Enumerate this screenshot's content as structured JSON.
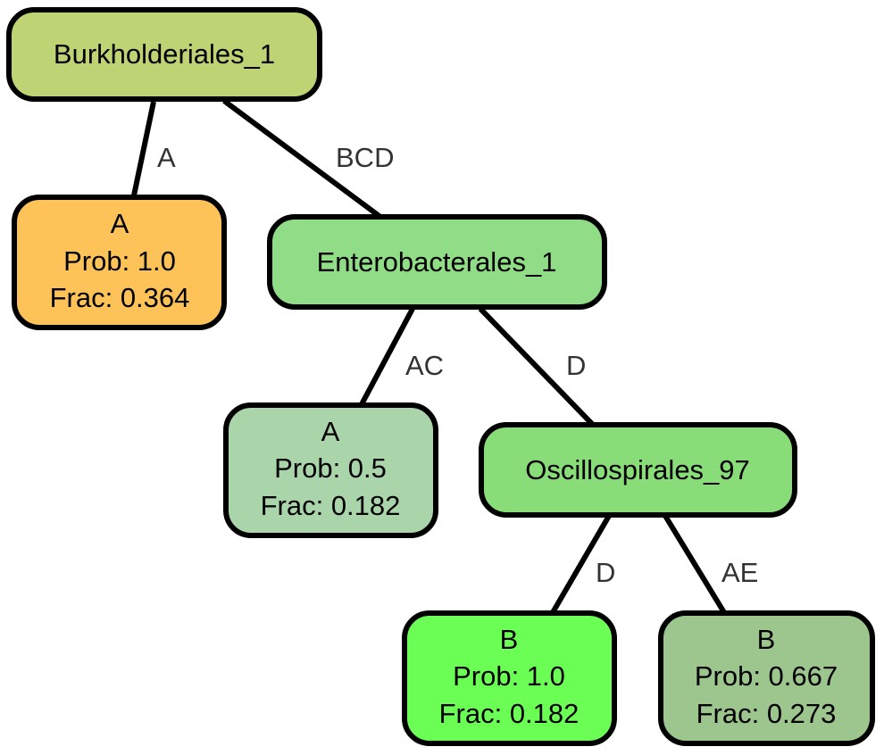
{
  "nodes": {
    "burkholderiales": {
      "name": "Burkholderiales_1",
      "color": "#bdd374"
    },
    "leaf_a_1": {
      "label": "A",
      "prob": "Prob: 1.0",
      "frac": "Frac: 0.364",
      "color": "#fdc258"
    },
    "enterobacterales": {
      "name": "Enterobacterales_1",
      "color": "#91dd87"
    },
    "leaf_a_2": {
      "label": "A",
      "prob": "Prob: 0.5",
      "frac": "Frac: 0.182",
      "color": "#aad5aa"
    },
    "oscillospirales": {
      "name": "Oscillospirales_97",
      "color": "#89dd79"
    },
    "leaf_b_1": {
      "label": "B",
      "prob": "Prob: 1.0",
      "frac": "Frac: 0.182",
      "color": "#6bff55"
    },
    "leaf_b_2": {
      "label": "B",
      "prob": "Prob: 0.667",
      "frac": "Frac: 0.273",
      "color": "#9cc68e"
    }
  },
  "edges": {
    "burk_to_leafA": "A",
    "burk_to_entero": "BCD",
    "entero_to_leafA": "AC",
    "entero_to_oscillo": "D",
    "oscillo_to_leafB1": "D",
    "oscillo_to_leafB2": "AE"
  }
}
